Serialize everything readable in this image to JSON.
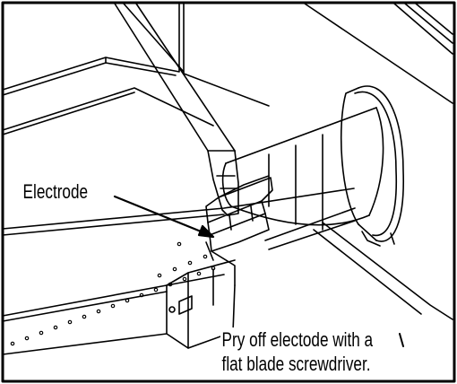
{
  "labels": {
    "electrode": "Electrode",
    "instruction_line1": "Pry off electode with a",
    "instruction_line2": "flat blade screwdriver."
  },
  "colors": {
    "ink": "#000000",
    "paper": "#ffffff"
  }
}
